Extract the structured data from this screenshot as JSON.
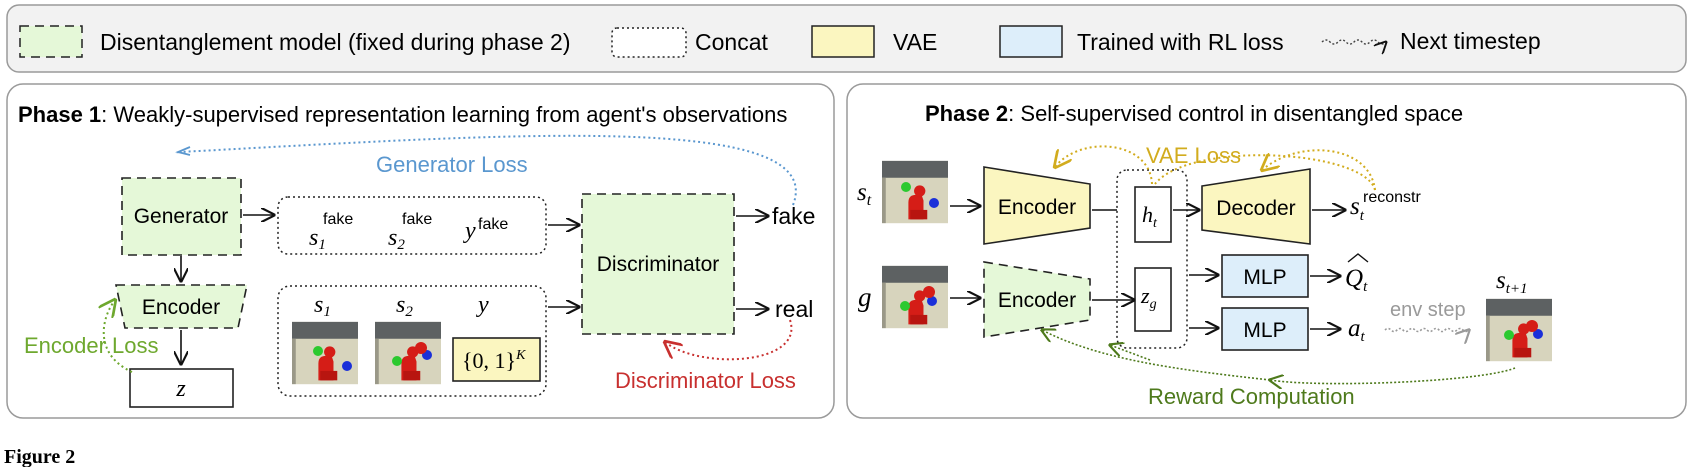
{
  "legend": {
    "items": [
      {
        "label": "Disentanglement model (fixed during phase 2)",
        "swatch": "dashed-green"
      },
      {
        "label": "Concat",
        "swatch": "dotted-white"
      },
      {
        "label": "VAE",
        "swatch": "yellow"
      },
      {
        "label": "Trained with RL loss",
        "swatch": "blue"
      },
      {
        "label": "Next timestep",
        "swatch": "wavy-arrow"
      }
    ]
  },
  "phase1": {
    "title_bold": "Phase 1",
    "title_rest": ": Weakly-supervised representation learning from agent's observations",
    "generator": "Generator",
    "encoder": "Encoder",
    "z": "z",
    "discriminator": "Discriminator",
    "fake_label": "fake",
    "real_label": "real",
    "generator_loss": "Generator Loss",
    "encoder_loss": "Encoder Loss",
    "discriminator_loss": "Discriminator Loss",
    "fake_vars": {
      "s1": "s",
      "s1_sub": "1",
      "s1_sup": "fake",
      "s2": "s",
      "s2_sub": "2",
      "s2_sup": "fake",
      "y": "y",
      "y_sup": "fake"
    },
    "real_vars": {
      "s1": "s",
      "s1_sub": "1",
      "s2": "s",
      "s2_sub": "2",
      "y": "y",
      "y_box": "{0, 1}",
      "y_box_sup": "K"
    }
  },
  "phase2": {
    "title_bold": "Phase 2",
    "title_rest": ": Self-supervised control in disentangled space",
    "encoder_top": "Encoder",
    "encoder_bottom": "Encoder",
    "decoder": "Decoder",
    "mlp_q": "MLP",
    "mlp_a": "MLP",
    "vae_loss": "VAE Loss",
    "env_step": "env step",
    "reward_computation": "Reward Computation",
    "st": {
      "base": "s",
      "sub": "t"
    },
    "g": "g",
    "ht": {
      "base": "h",
      "sub": "t"
    },
    "zg": {
      "base": "z",
      "sub": "g"
    },
    "recon": {
      "base": "s",
      "sub": "t",
      "sup": "reconstr"
    },
    "qhat": {
      "base": "Q",
      "sub": "t"
    },
    "at": {
      "base": "a",
      "sub": "t"
    },
    "st1": {
      "base": "s",
      "sub": "t+1"
    }
  },
  "caption": "Figure 2",
  "colors": {
    "green_fill": "#e5f8d8",
    "yellow_fill": "#fbf6c0",
    "blue_fill": "#ddeefa",
    "gen_loss": "#5a97cf",
    "enc_loss": "#6ea82e",
    "disc_loss": "#c8302f",
    "vae_loss": "#d2ac1e",
    "reward": "#4e7a1c",
    "env": "#9a9a9a"
  }
}
